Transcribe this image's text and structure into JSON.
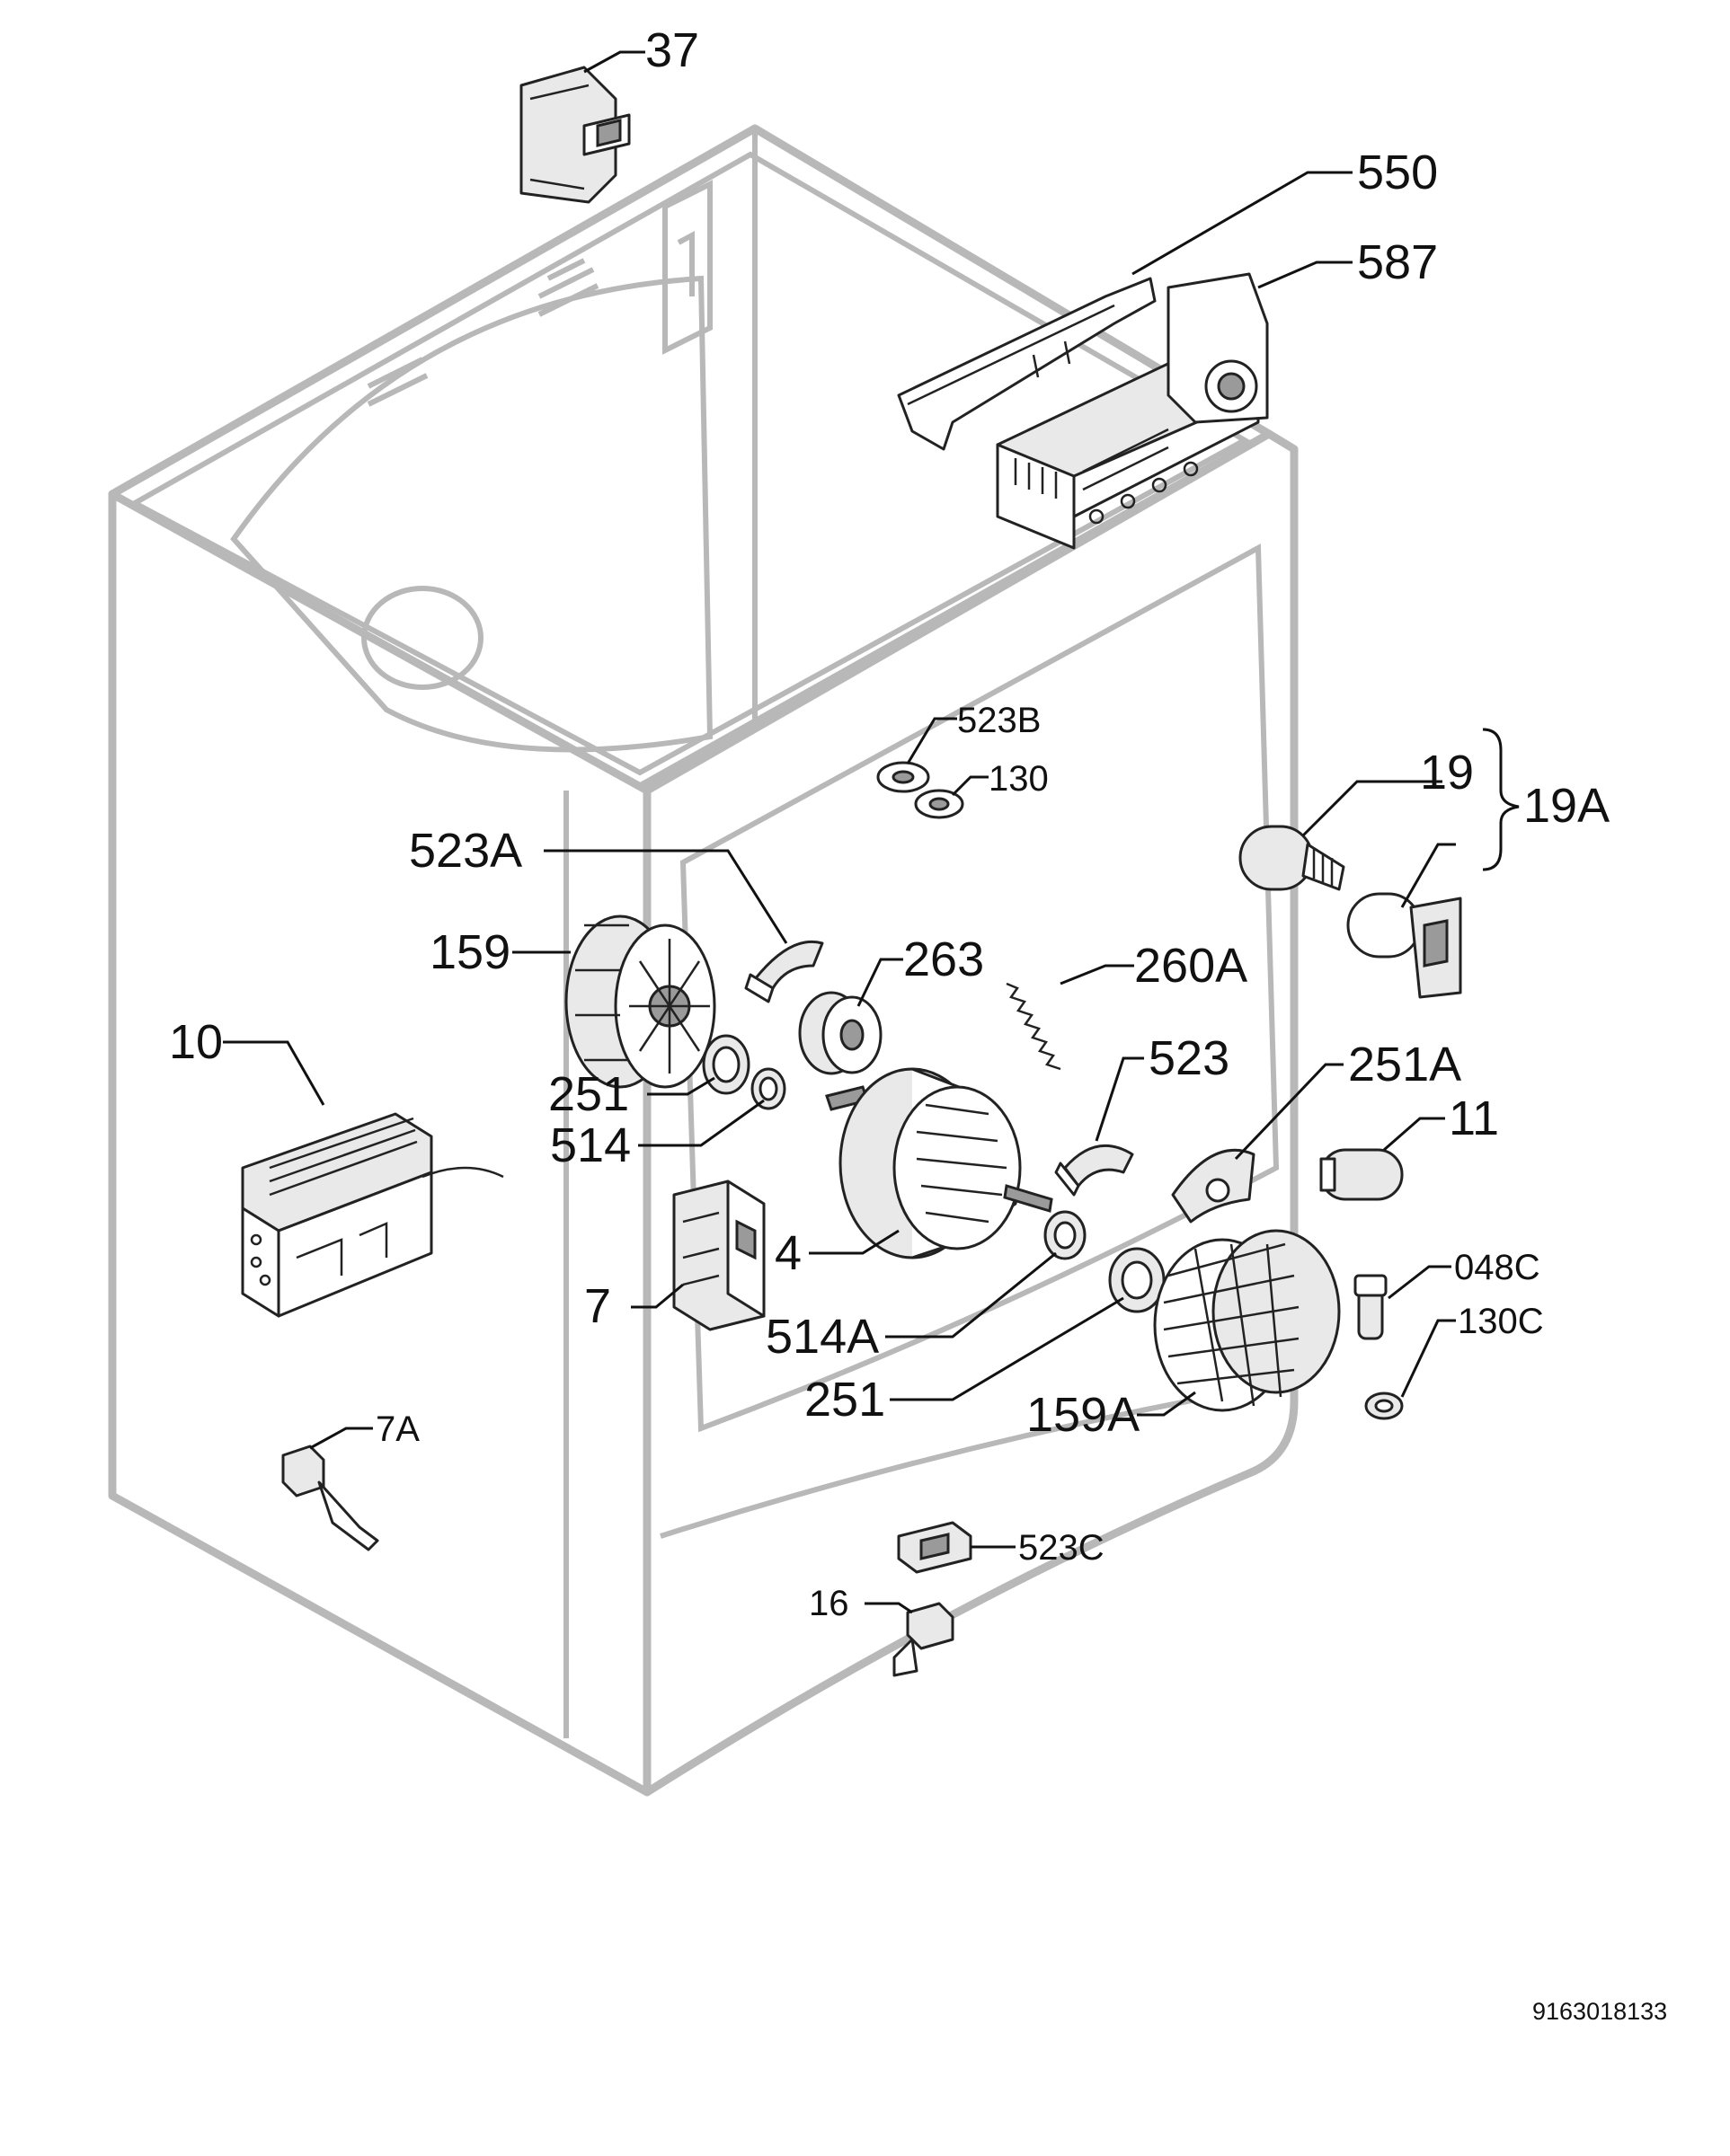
{
  "diagram": {
    "document_id": "9163018133",
    "callouts": [
      {
        "id": "37",
        "label": "37"
      },
      {
        "id": "550",
        "label": "550"
      },
      {
        "id": "587",
        "label": "587"
      },
      {
        "id": "523B",
        "label": "523B"
      },
      {
        "id": "130",
        "label": "130"
      },
      {
        "id": "19",
        "label": "19"
      },
      {
        "id": "19A",
        "label": "19A"
      },
      {
        "id": "523A",
        "label": "523A"
      },
      {
        "id": "159",
        "label": "159"
      },
      {
        "id": "263",
        "label": "263"
      },
      {
        "id": "260A",
        "label": "260A"
      },
      {
        "id": "10",
        "label": "10"
      },
      {
        "id": "251a",
        "label": "251"
      },
      {
        "id": "514",
        "label": "514"
      },
      {
        "id": "523",
        "label": "523"
      },
      {
        "id": "251A",
        "label": "251A"
      },
      {
        "id": "11",
        "label": "11"
      },
      {
        "id": "4",
        "label": "4"
      },
      {
        "id": "048C",
        "label": "048C"
      },
      {
        "id": "7",
        "label": "7"
      },
      {
        "id": "130C",
        "label": "130C"
      },
      {
        "id": "514A",
        "label": "514A"
      },
      {
        "id": "251b",
        "label": "251"
      },
      {
        "id": "159A",
        "label": "159A"
      },
      {
        "id": "7A",
        "label": "7A"
      },
      {
        "id": "523C",
        "label": "523C"
      },
      {
        "id": "16",
        "label": "16"
      }
    ]
  }
}
